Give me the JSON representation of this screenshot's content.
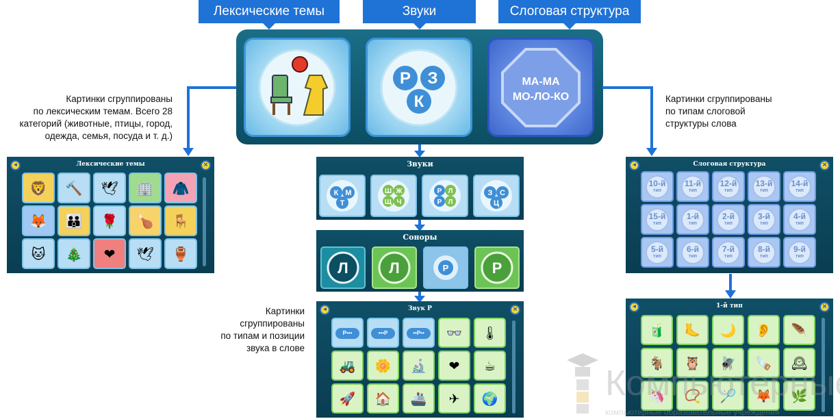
{
  "top_labels": {
    "lexical": "Лексические темы",
    "sounds": "Звуки",
    "syllable": "Слоговая структура"
  },
  "big_tiles": {
    "sounds_letters": [
      "Р",
      "З",
      "К"
    ],
    "syllable_text_1": "МА-МА",
    "syllable_text_2": "МО-ЛО-КО"
  },
  "descriptions": {
    "left": [
      "Картинки сгруппированы",
      "по лексическим темам. Всего 28",
      "категорий (животные, птицы, город,",
      "одежда, семья, посуда и т. д.)"
    ],
    "right": [
      "Картинки сгруппированы",
      "по типам слоговой",
      "структуры слова"
    ],
    "middle": [
      "Картинки",
      "сгруппированы",
      "по типам и позиции",
      "звука в слове"
    ]
  },
  "screens": {
    "lexical": {
      "title": "Лексические темы"
    },
    "sounds": {
      "title": "Звуки",
      "groups": [
        [
          "К",
          "М",
          "Т"
        ],
        [
          "Ш",
          "Ж",
          "Щ",
          "Ч"
        ],
        [
          "Р",
          "Л",
          "Р",
          "Л"
        ],
        [
          "З",
          "С",
          "Ц"
        ]
      ]
    },
    "sonors": {
      "title": "Соноры",
      "letters": [
        "Л",
        "Л",
        "Р",
        "Р"
      ]
    },
    "sound_r": {
      "title": "Звук Р",
      "patterns": [
        "Р•••",
        "•••Р",
        "••Р••"
      ]
    },
    "syllable": {
      "title": "Слоговая структура",
      "types": [
        {
          "num": "10",
          "word": "тип"
        },
        {
          "num": "11",
          "word": "тип"
        },
        {
          "num": "12",
          "word": "тип"
        },
        {
          "num": "13",
          "word": "тип"
        },
        {
          "num": "14",
          "word": "тип"
        },
        {
          "num": "15",
          "word": "тип"
        },
        {
          "num": "1",
          "word": "тип"
        },
        {
          "num": "2",
          "word": "тип"
        },
        {
          "num": "3",
          "word": "тип"
        },
        {
          "num": "4",
          "word": "тип"
        },
        {
          "num": "5",
          "word": "тип"
        },
        {
          "num": "6",
          "word": "тип"
        },
        {
          "num": "7",
          "word": "тип"
        },
        {
          "num": "8",
          "word": "тип"
        },
        {
          "num": "9",
          "word": "тип"
        }
      ],
      "suffix": "-й"
    },
    "type1": {
      "title": "1-й тип"
    }
  },
  "watermark": {
    "text": "Компьютерные",
    "subtext": "компьютерные образовательные учреждения"
  },
  "colors": {
    "accent_blue": "#1f72d6",
    "screen_bg": "#0f4f66",
    "tile_green_border": "#7fd35e"
  }
}
